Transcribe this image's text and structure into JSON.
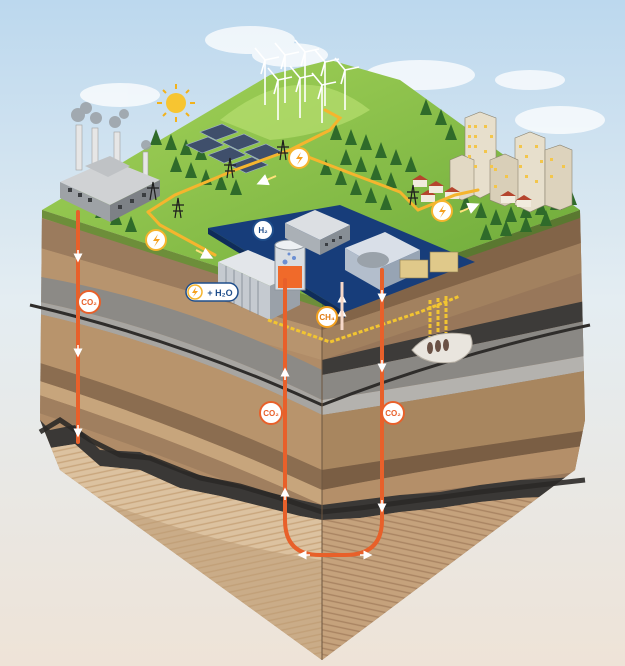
{
  "labels": {
    "co2_left": "CO₂",
    "co2_middle": "CO₂",
    "co2_right": "CO₂",
    "h2": "H₂",
    "ch4": "CH₄",
    "water": "+ H₂O"
  },
  "colors": {
    "co2": "#e8602a",
    "hydrogen": "#1f4e8c",
    "methane": "#f0a020",
    "power": "#f5b52e",
    "grass": "#8cc63f",
    "water": "#173d7a"
  },
  "icons": {
    "sun": "sun-icon",
    "power": "lightning-bolt-icon",
    "pylon": "power-pylon-icon",
    "turbine": "wind-turbine-icon",
    "factory": "factory-icon",
    "city": "city-buildings-icon"
  }
}
